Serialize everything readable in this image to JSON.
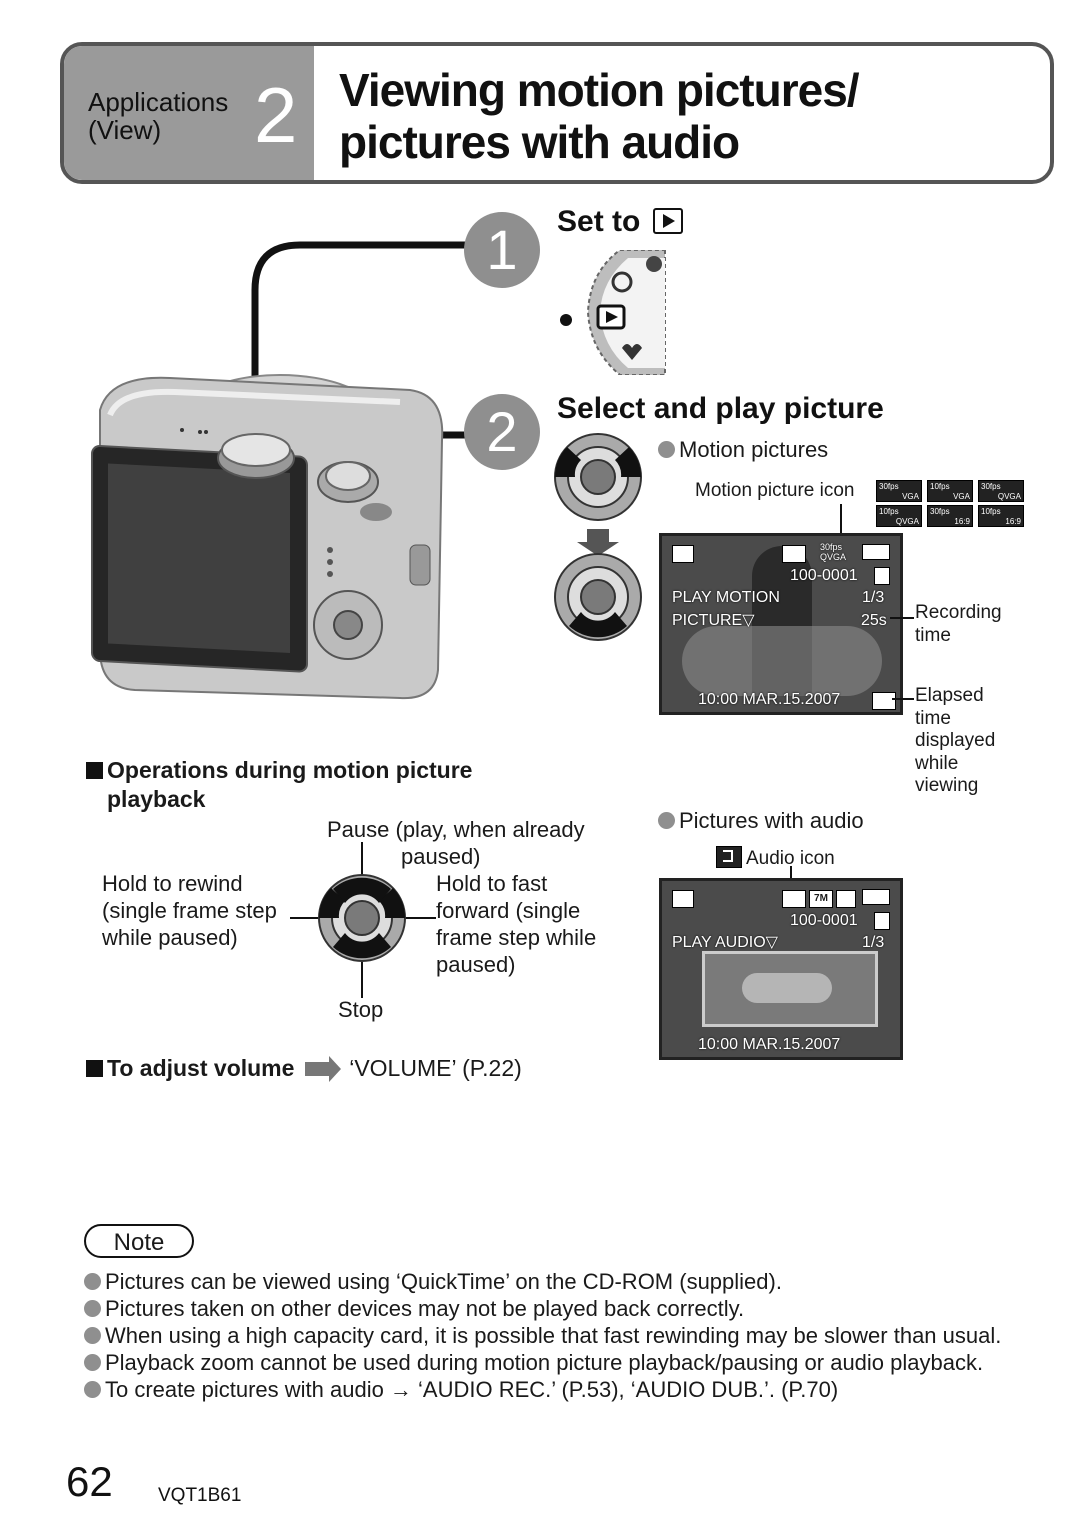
{
  "header": {
    "chapter_label": "Applications\n(View)",
    "chapter_number": "2",
    "title_line1": "Viewing motion pictures/",
    "title_line2": "pictures with audio"
  },
  "step1": {
    "number": "1",
    "title": "Set to"
  },
  "step2": {
    "number": "2",
    "title": "Select and play picture"
  },
  "motion": {
    "bullet_label": "Motion pictures",
    "icon_caption": "Motion picture icon",
    "fps_icons": [
      {
        "fps": "30fps",
        "size": "VGA"
      },
      {
        "fps": "10fps",
        "size": "VGA"
      },
      {
        "fps": "30fps",
        "size": "QVGA"
      },
      {
        "fps": "10fps",
        "size": "QVGA"
      },
      {
        "fps": "30fps",
        "size": "16:9"
      },
      {
        "fps": "10fps",
        "size": "16:9"
      }
    ],
    "screen": {
      "folder": "100-0001",
      "count": "1/3",
      "mode_line1": "PLAY MOTION",
      "mode_line2": "PICTURE▽",
      "rec_time": "25s",
      "datetime": "10:00 MAR.15.2007",
      "top_fps": "30fps",
      "top_size": "QVGA"
    },
    "callout_recording": "Recording\ntime",
    "callout_elapsed": "Elapsed\ntime\ndisplayed\nwhile\nviewing"
  },
  "operations": {
    "heading_line1": "Operations during motion picture",
    "heading_line2": "playback",
    "up_label_line1": "Pause (play, when already",
    "up_label_line2": "paused)",
    "left_label": "Hold to rewind\n(single frame step\nwhile paused)",
    "right_label": "Hold to fast\nforward (single\nframe step while\npaused)",
    "down_label": "Stop"
  },
  "volume": {
    "heading": "To adjust volume",
    "reference": "‘VOLUME’ (P.22)"
  },
  "audio": {
    "bullet_label": "Pictures with audio",
    "icon_caption": "Audio icon",
    "screen": {
      "folder": "100-0001",
      "count": "1/3",
      "mode": "PLAY AUDIO▽",
      "datetime": "10:00 MAR.15.2007",
      "size_icon": "7M"
    }
  },
  "note": {
    "label": "Note",
    "items": [
      "Pictures can be viewed using ‘QuickTime’ on the CD-ROM (supplied).",
      "Pictures taken on other devices may not be played back correctly.",
      "When using a high capacity card, it is possible that fast rewinding may be slower than usual.",
      "Playback zoom cannot be used during motion picture playback/pausing or audio playback.",
      "To create pictures with audio → ‘AUDIO REC.’ (P.53), ‘AUDIO DUB.’. (P.70)"
    ]
  },
  "footer": {
    "page_number": "62",
    "code": "VQT1B61"
  },
  "colors": {
    "header_gray": "#9a9a9a",
    "step_gray": "#8f8f8f",
    "text": "#1a1a1a"
  },
  "icons": [
    "play-mode-icon",
    "camera-dial-icon",
    "cross-key-icon",
    "arrow-down-icon",
    "arrow-right-icon",
    "audio-icon",
    "battery-icon",
    "card-icon"
  ]
}
